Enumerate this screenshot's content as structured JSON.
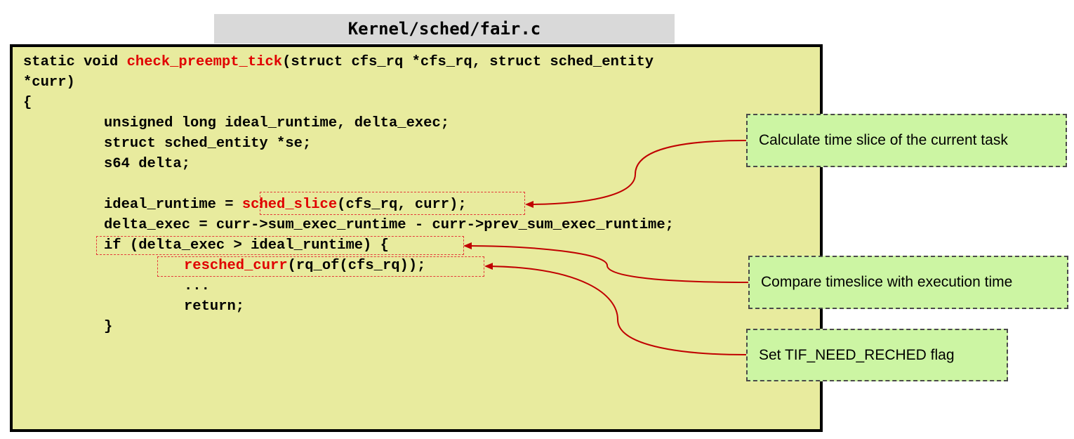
{
  "file_title": "Kernel/sched/fair.c",
  "code": {
    "line1": {
      "pre": "static void ",
      "fn": "check_preempt_tick",
      "post": "(struct cfs_rq *cfs_rq, struct sched_entity"
    },
    "line2": "*curr)",
    "line3": "{",
    "line4": "unsigned long ideal_runtime, delta_exec;",
    "line5": "struct sched_entity *se;",
    "line6": "s64 delta;",
    "line7": {
      "pre": "ideal_runtime = ",
      "fn": "sched_slice",
      "post": "(cfs_rq, curr);"
    },
    "line8": "delta_exec = curr->sum_exec_runtime - curr->prev_sum_exec_runtime;",
    "line9": "if (delta_exec > ideal_runtime) {",
    "line10": {
      "fn": "resched_curr",
      "post": "(rq_of(cfs_rq));"
    },
    "line11": "...",
    "line12": "return;",
    "line13": "}"
  },
  "callouts": {
    "slice": "Calculate time slice of the current task",
    "compare": "Compare timeslice with execution time",
    "flag": "Set TIF_NEED_RECHED flag"
  },
  "colors": {
    "code_background": "#e8eb9e",
    "function_highlight": "#e00000",
    "callout_background": "#ccf5a3",
    "arrow": "#c00000",
    "title_background": "#d9d9d9"
  }
}
